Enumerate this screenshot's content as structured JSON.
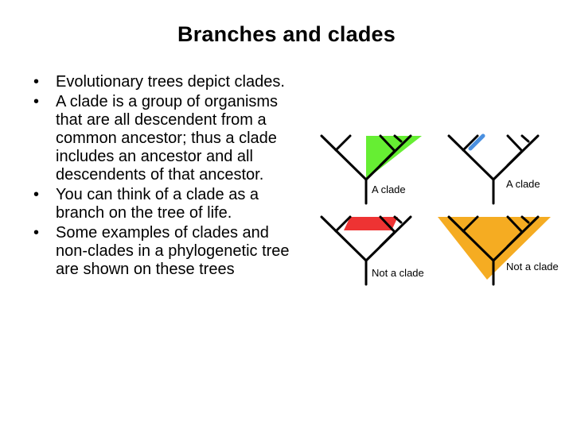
{
  "slide": {
    "title": "Branches and clades",
    "bullet_marker": "•",
    "bullets": [
      " Evolutionary trees depict clades.",
      "A clade is a group of organisms that are all descendent from a common ancestor; thus a clade  includes an ancestor and all descendents of that ancestor.",
      "You can think of a clade as a branch on the tree of life.",
      "Some examples of clades and non-clades in a phylogenetic tree are shown on these trees"
    ]
  },
  "trees": {
    "colors": {
      "green": "#66ee33",
      "blue": "#4a90e0",
      "red": "#ee3333",
      "orange": "#f5ac22"
    },
    "labels": [
      "A clade",
      "A clade",
      "Not a clade",
      "Not a clade"
    ]
  }
}
